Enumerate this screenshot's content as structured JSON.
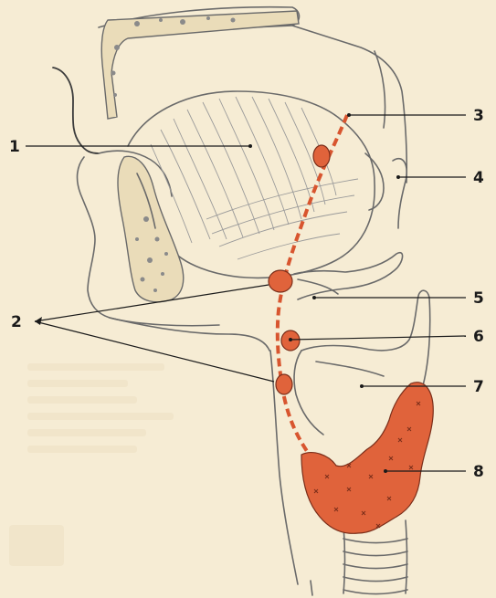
{
  "diagram": {
    "labels": [
      {
        "id": "1",
        "text": "1"
      },
      {
        "id": "2",
        "text": "2"
      },
      {
        "id": "3",
        "text": "3"
      },
      {
        "id": "4",
        "text": "4"
      },
      {
        "id": "5",
        "text": "5"
      },
      {
        "id": "6",
        "text": "6"
      },
      {
        "id": "7",
        "text": "7"
      },
      {
        "id": "8",
        "text": "8"
      }
    ],
    "colors": {
      "background": "#f6ecd4",
      "highlight": "#e0633b",
      "outline": "#6a6a6a",
      "label": "#1a1a1a"
    }
  }
}
